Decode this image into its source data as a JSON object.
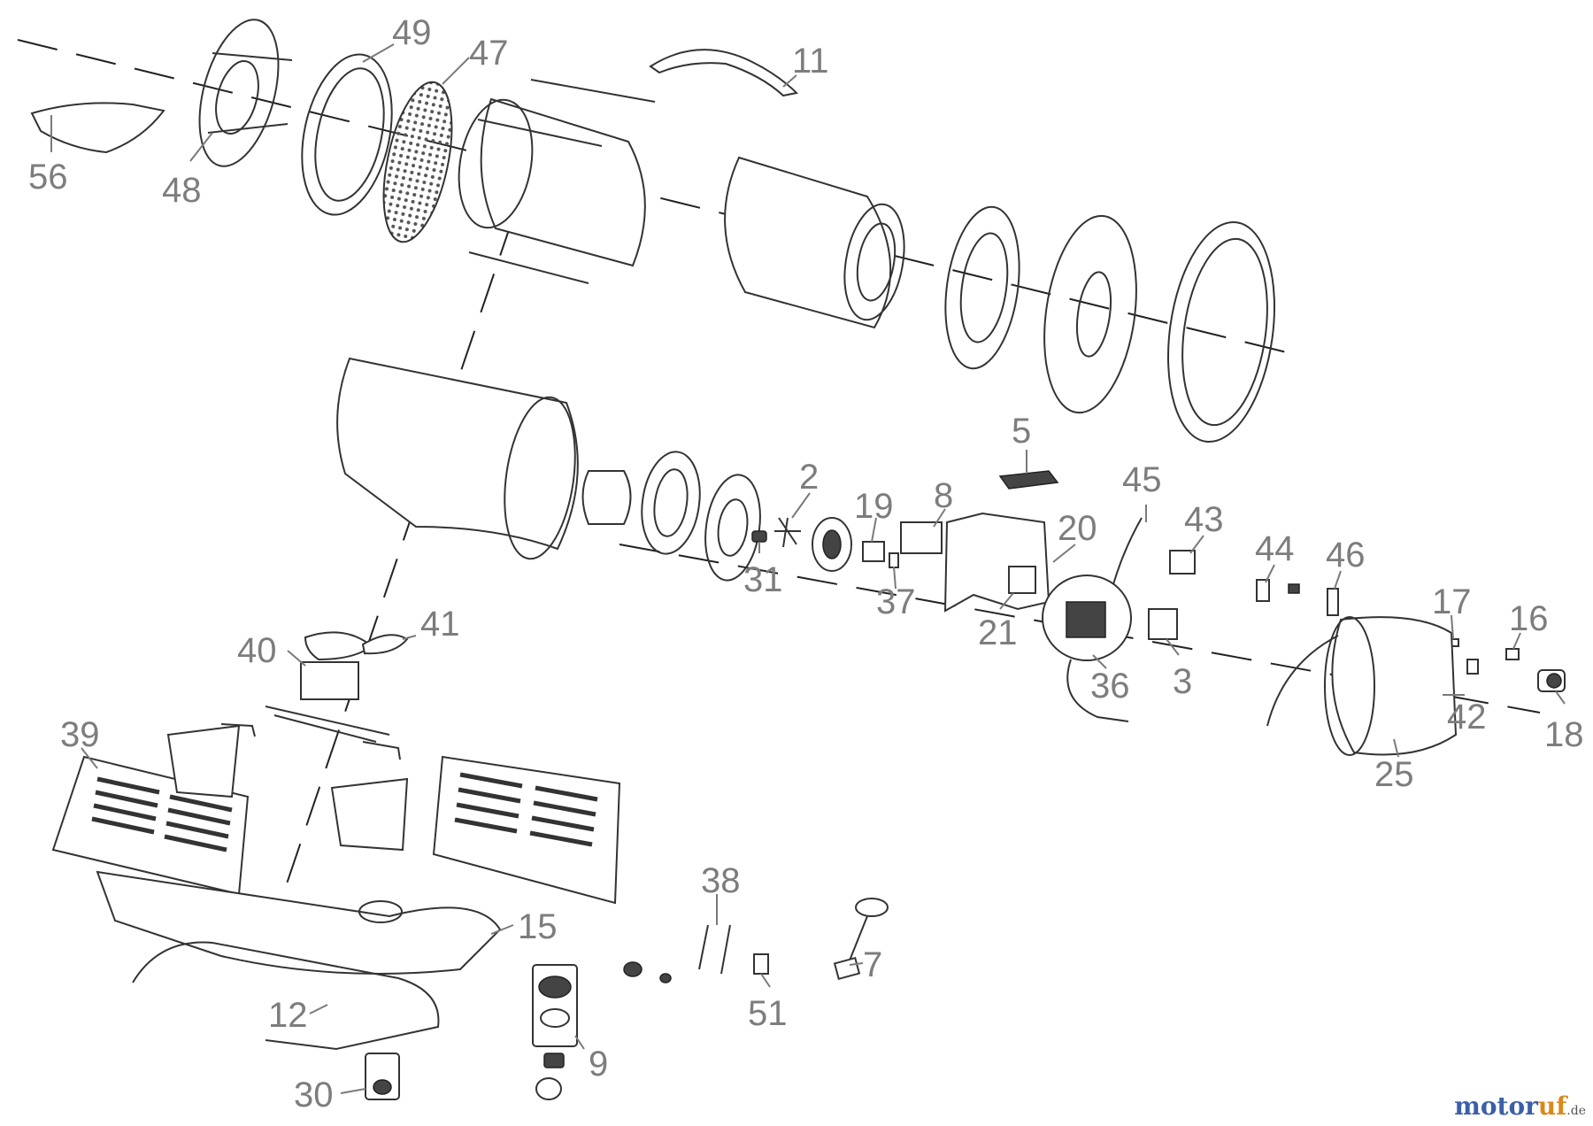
{
  "diagram": {
    "labels": {
      "p56": "56",
      "p48": "48",
      "p49": "49",
      "p47": "47",
      "p11": "11",
      "p5": "5",
      "p2": "2",
      "p19": "19",
      "p8": "8",
      "p20": "20",
      "p45": "45",
      "p43": "43",
      "p44": "44",
      "p46": "46",
      "p31": "31",
      "p37": "37",
      "p21": "21",
      "p36": "36",
      "p3": "3",
      "p17": "17",
      "p16": "16",
      "p42": "42",
      "p18": "18",
      "p25": "25",
      "p40": "40",
      "p41": "41",
      "p39": "39",
      "p38": "38",
      "p15": "15",
      "p7": "7",
      "p51": "51",
      "p12": "12",
      "p9": "9",
      "p30": "30"
    }
  },
  "watermark": {
    "main": "motor",
    "accent": "uf",
    "tld": ".de"
  }
}
